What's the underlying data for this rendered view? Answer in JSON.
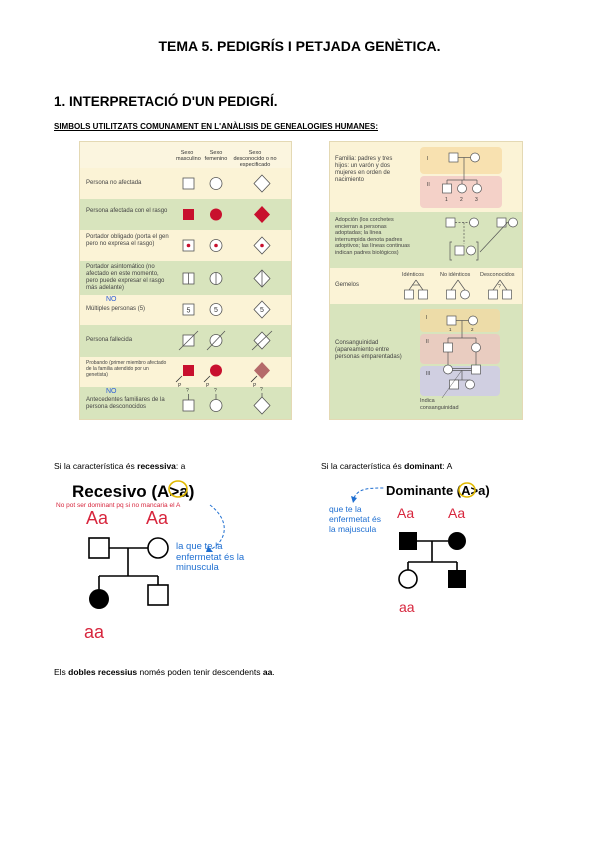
{
  "doc": {
    "title": "TEMA 5. PEDIGRÍS I PETJADA GENÈTICA.",
    "section_heading": "1.  INTERPRETACIÓ D'UN PEDIGRÍ.",
    "subheading": "SIMBOLS UTILITZATS COMUNAMENT EN L'ANÀLISIS DE GENEALOGIES HUMANES:"
  },
  "symbol_table": {
    "col_headers": [
      "Sexo masculino",
      "Sexo femenino",
      "Sexo desconocido o no especificado"
    ],
    "rows": [
      {
        "label": "Persona no afectada"
      },
      {
        "label": "Persona afectada con el rasgo"
      },
      {
        "label": "Portador obligado (porta el gen pero no expresa el rasgo)"
      },
      {
        "label": "Portador asintomático (no afectado en este momento, pero puede expresar el rasgo más adelante)"
      },
      {
        "label": "Múltiples personas (5)",
        "handwritten": "NO",
        "count": "5"
      },
      {
        "label": "Persona fallecida"
      },
      {
        "label": "Probando (primer miembro afectado de la familia atendido por un genetista)",
        "marker": "P"
      },
      {
        "label": "Antecedentes familiares de la persona desconocidos",
        "handwritten": "NO",
        "marker": "?"
      }
    ]
  },
  "relations_table": {
    "rows": [
      {
        "label": "Familia: padres y tres hijos: un varón y dos mujeres en orden de nacimiento",
        "gen_labels": [
          "I",
          "II"
        ]
      },
      {
        "label": "Adopción (los corchetes encierran a personas adoptadas; la línea interrumpida denota padres adoptivos; las líneas continuas indican padres biológicos)"
      },
      {
        "label": "Gemelos",
        "types": [
          "Idénticos",
          "No idénticos",
          "Desconocidos"
        ]
      },
      {
        "label": "Consanguinidad (apareamiento entre personas emparentadas)",
        "gen_labels": [
          "I",
          "II",
          "III"
        ],
        "note": "Indica consanguinidad"
      }
    ]
  },
  "recessive": {
    "caption_prefix": "Si la característica és ",
    "caption_bold": "recessiva",
    "caption_suffix": ": a",
    "heading": "Recesivo (A>a)",
    "red_note": "No pot ser dominant pq si no mancaria el A",
    "parent_left": "Aa",
    "parent_right": "Aa",
    "blue_note": "la que te la enfermetat és la minuscula",
    "child_label": "aa"
  },
  "dominant": {
    "caption_prefix": "Si la característica és ",
    "caption_bold": "dominant",
    "caption_suffix": ": A",
    "heading": "Dominante (A>a)",
    "blue_note": "que te la enfermetat és la majuscula",
    "parent_left": "Aa",
    "parent_right": "Aa",
    "child_label": "aa"
  },
  "footer_note": {
    "prefix": "Els ",
    "bold1": "dobles recessius",
    "middle": " només poden tenir descendents ",
    "bold2": "aa",
    "suffix": "."
  }
}
